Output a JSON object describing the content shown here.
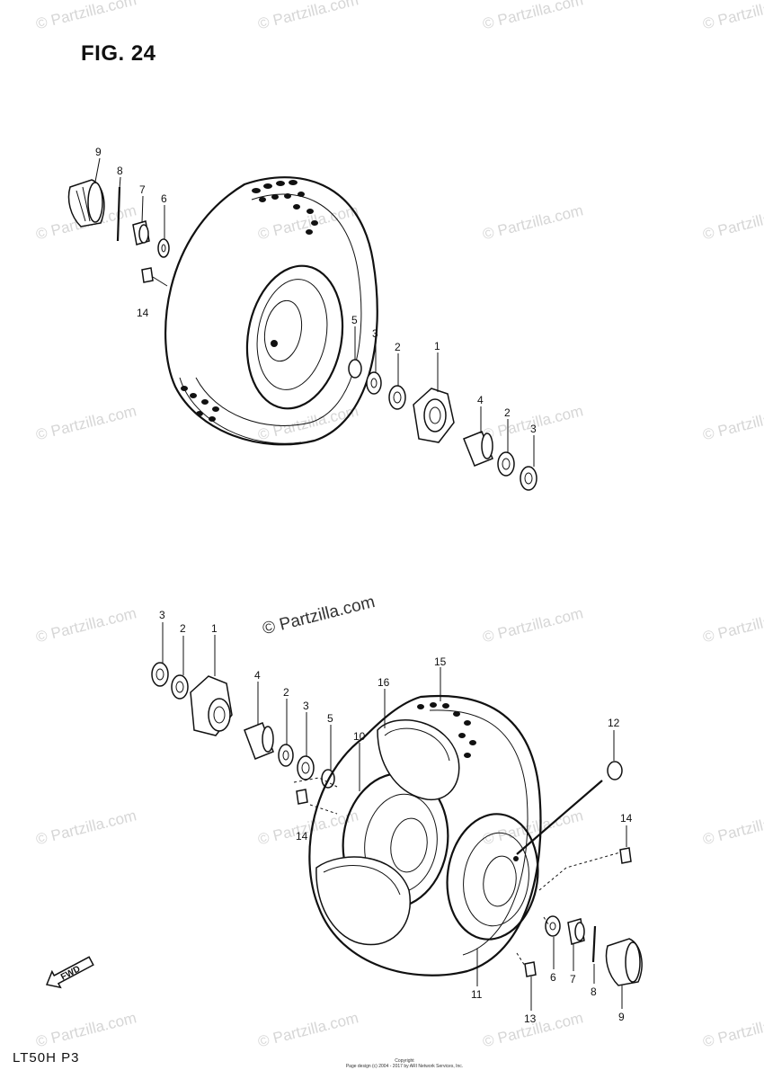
{
  "figure": {
    "title": "FIG. 24",
    "model_code": "LT50H P3",
    "footer_copyright": "Copyright\nPage design (c) 2004 - 2017 by ARI Network Services, Inc."
  },
  "watermark": {
    "text": "© Partzilla.com",
    "featured_text": "© Partzilla.com"
  },
  "front_assembly": {
    "callouts": [
      "9",
      "8",
      "7",
      "6",
      "14",
      "5",
      "3",
      "2",
      "1",
      "4",
      "2",
      "3"
    ]
  },
  "rear_assembly": {
    "callouts": [
      "3",
      "2",
      "1",
      "4",
      "2",
      "3",
      "5",
      "16",
      "15",
      "10",
      "14",
      "12",
      "14",
      "11",
      "6",
      "7",
      "8",
      "9",
      "13"
    ]
  },
  "direction_marker": {
    "label": "FWD"
  },
  "colors": {
    "ink": "#111111",
    "watermark": "#d6d6d6",
    "paper": "#ffffff"
  }
}
